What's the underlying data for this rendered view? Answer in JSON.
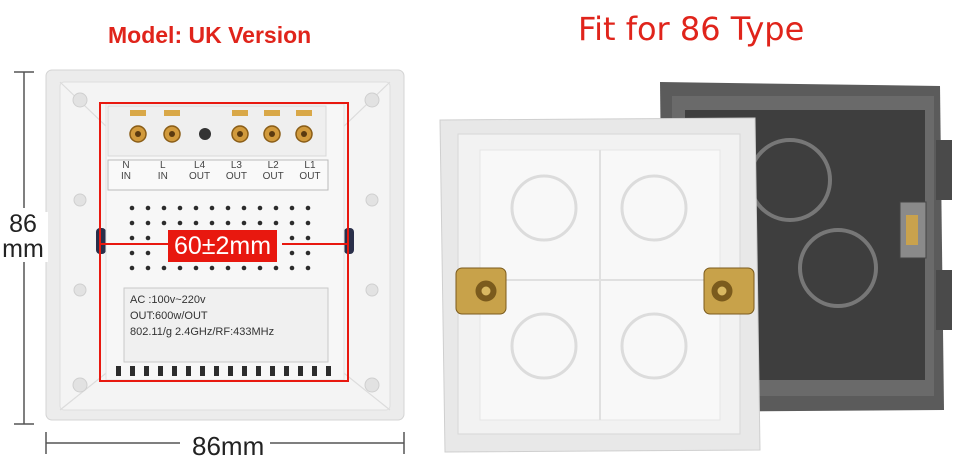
{
  "captions": {
    "model": "Model: UK Version",
    "fit": "Fit for 86 Type"
  },
  "dimensions": {
    "width": "86mm",
    "height_value": "86",
    "height_unit": "mm",
    "inner": "60±2mm"
  },
  "terminals": [
    {
      "top": "N",
      "bottom": "IN"
    },
    {
      "top": "L",
      "bottom": "IN"
    },
    {
      "top": "L4",
      "bottom": "OUT"
    },
    {
      "top": "L3",
      "bottom": "OUT"
    },
    {
      "top": "L2",
      "bottom": "OUT"
    },
    {
      "top": "L1",
      "bottom": "OUT"
    }
  ],
  "spec_label": [
    "AC :100v~220v",
    "OUT:600w/OUT",
    "802.11/g 2.4GHz/RF:433MHz"
  ],
  "colors": {
    "accent_red": "#e8180f",
    "caption_red": "#e0241b",
    "panel_white": "#f1f1f1",
    "box_dark": "#5b5b5b"
  }
}
